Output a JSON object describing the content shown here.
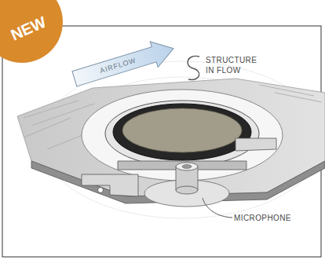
{
  "diagram": {
    "nodes": [
      {
        "text": [
          "NEW"
        ]
      },
      {
        "text": [
          "AIRFLOW"
        ]
      }
    ],
    "labels": [
      "STRUCTURE IN FLOW",
      "MICROPHONE"
    ]
  }
}
